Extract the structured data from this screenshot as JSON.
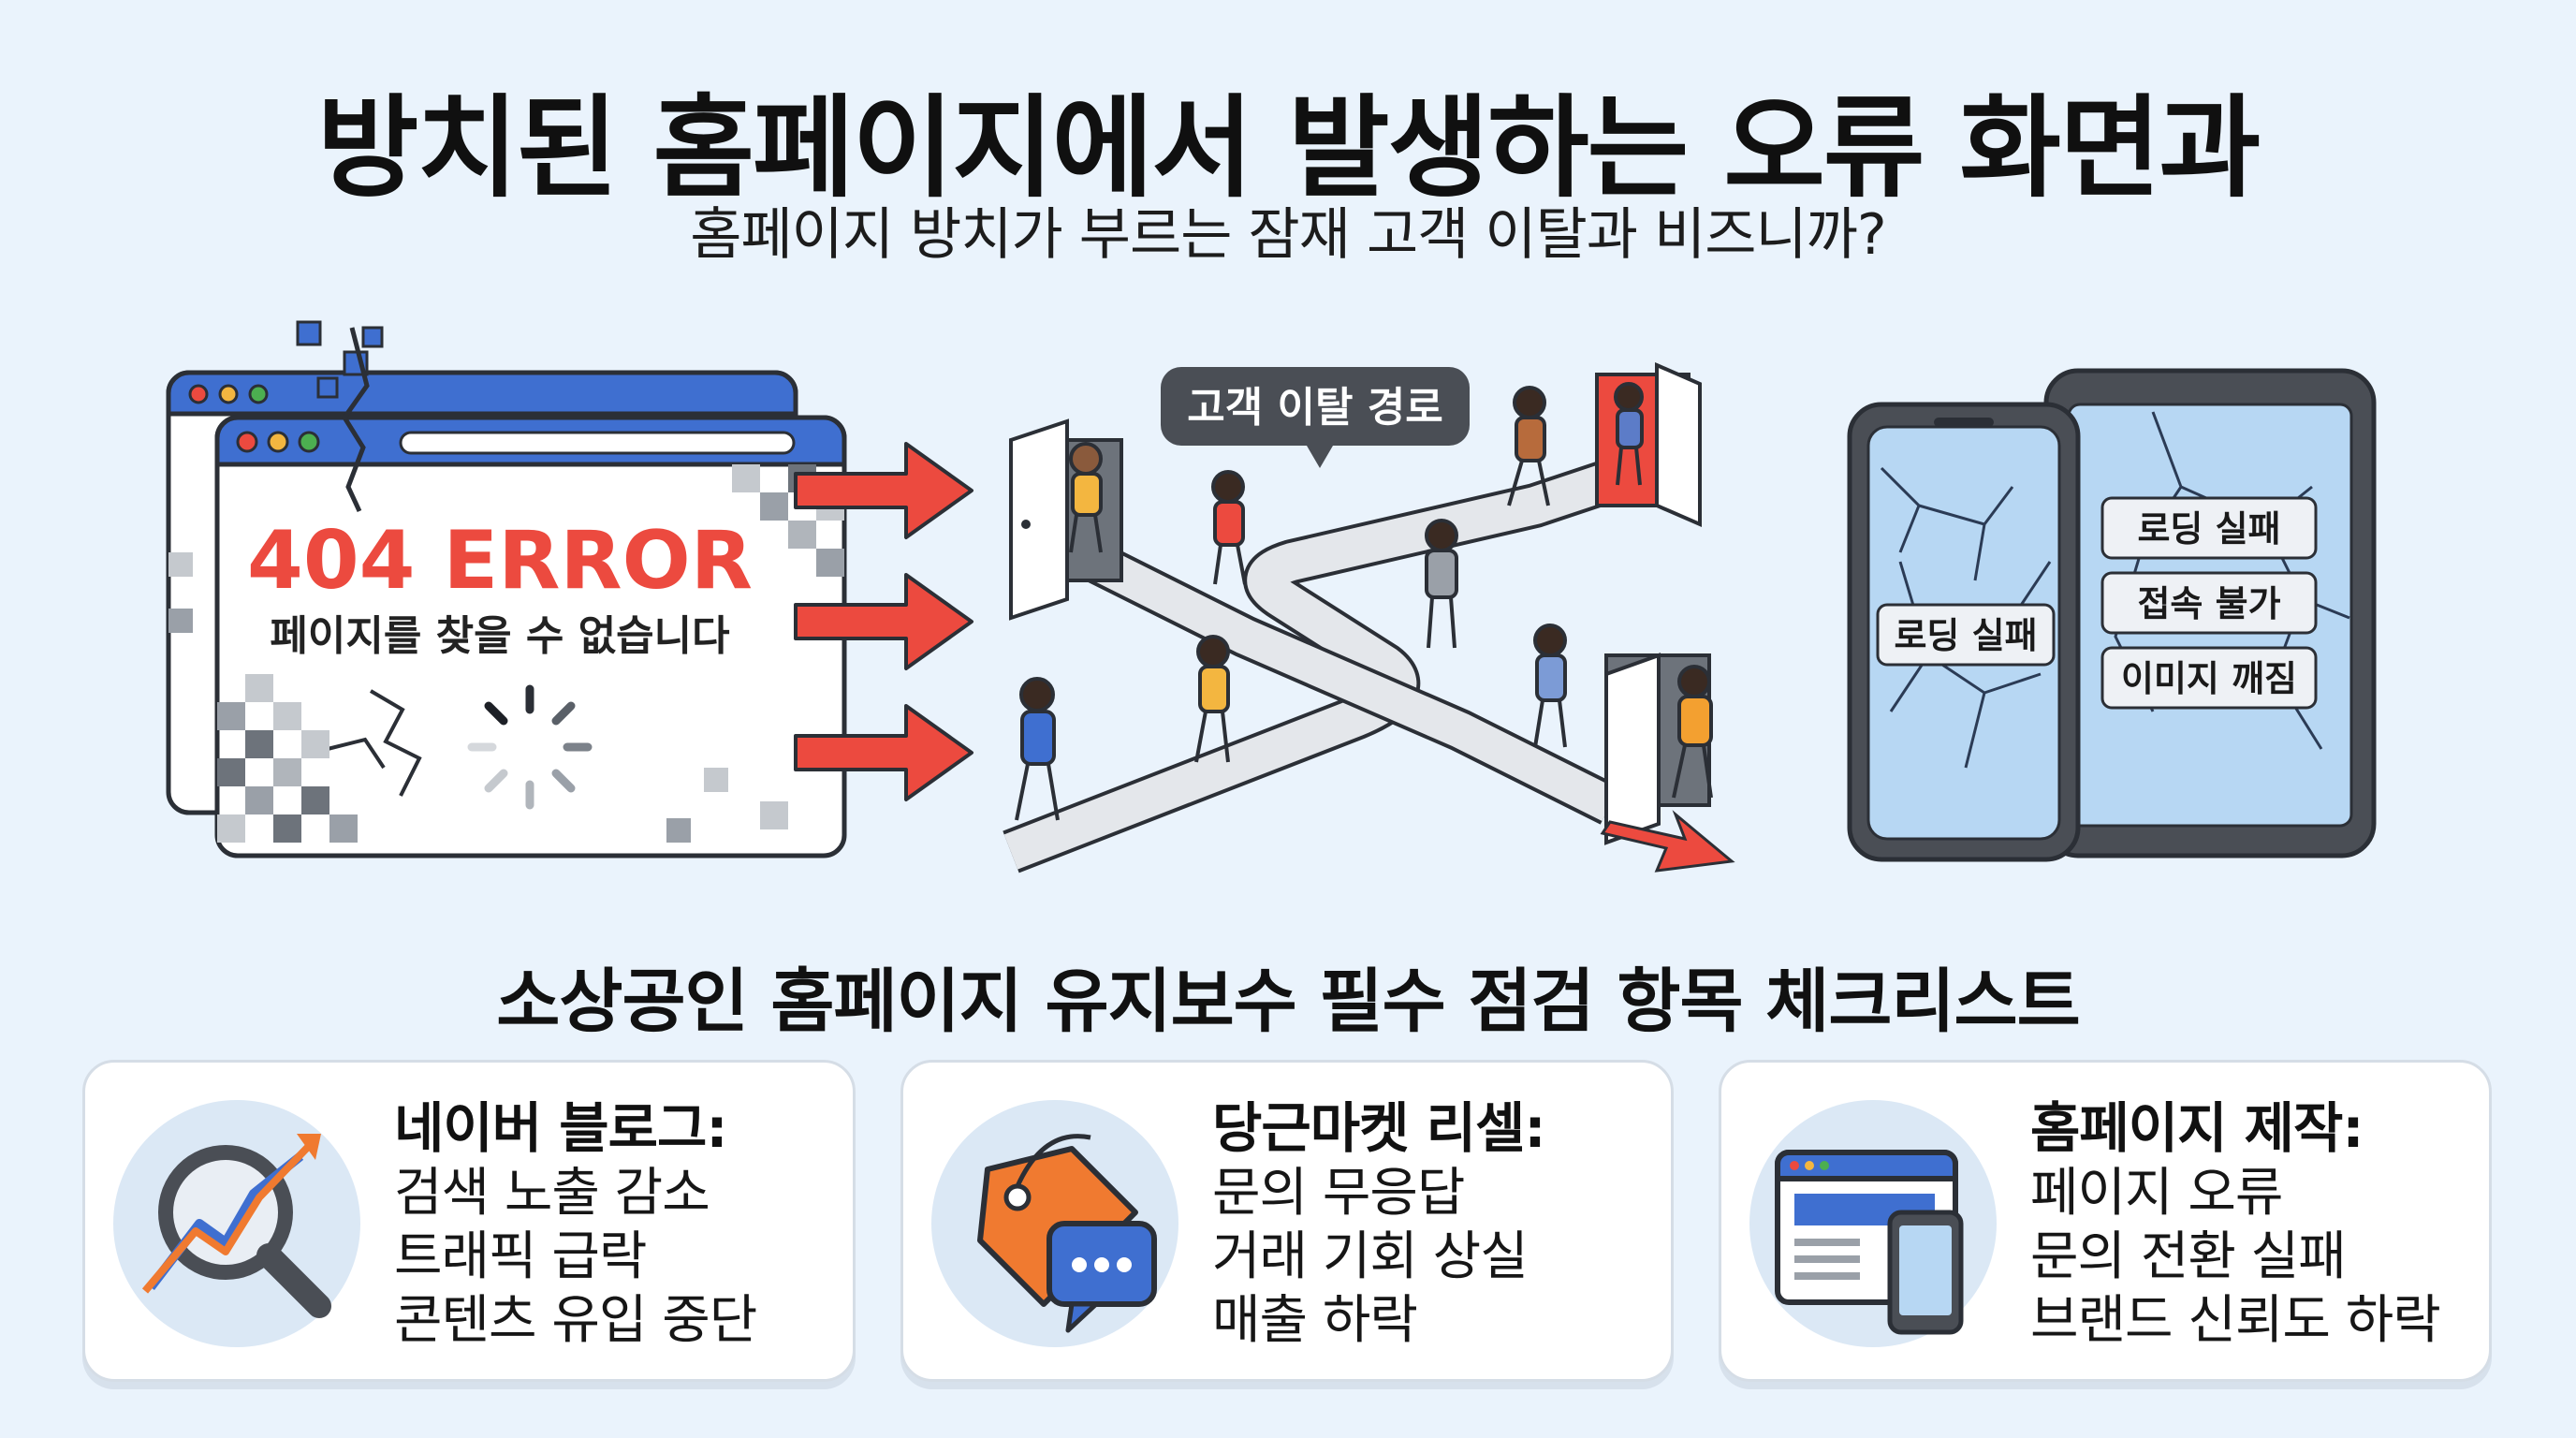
{
  "title": "방치된 홈페이지에서 발생하는 오류 화면과",
  "subtitle": "홈페이지 방치가 부르는 잠재 고객 이탈과 비즈니까?",
  "hero": {
    "error_code": "404 ERROR",
    "error_message": "페이지를 찾을 수 없습니다",
    "path_label": "고객 이탈 경로",
    "phone_label": "로딩 실패",
    "tablet_labels": [
      "로딩 실패",
      "접속 불가",
      "이미지 깨짐"
    ]
  },
  "section_title": "소상공인 홈페이지 유지보수 필수 점검 항목 체크리스트",
  "cards": [
    {
      "heading": "네이버 블로그:",
      "lines": [
        "검색 노출 감소",
        "트래픽 급락",
        "콘텐츠 유입 중단"
      ],
      "icon": "magnifier-chart-icon"
    },
    {
      "heading": "당근마켓 리셀:",
      "lines": [
        "문의 무응답",
        "거래 기회 상실",
        "매출 하락"
      ],
      "icon": "price-tag-chat-icon"
    },
    {
      "heading": "홈페이지 제작:",
      "lines": [
        "페이지 오류",
        "문의 전환 실패",
        "브랜드 신뢰도 하락"
      ],
      "icon": "website-mobile-icon"
    }
  ],
  "colors": {
    "background": "#eaf3fc",
    "error_red": "#ec4a3f",
    "browser_blue": "#3f6fd0",
    "screen_blue": "#b7d7f3",
    "device_dark": "#4a4e55",
    "accent_orange": "#f07a30"
  }
}
